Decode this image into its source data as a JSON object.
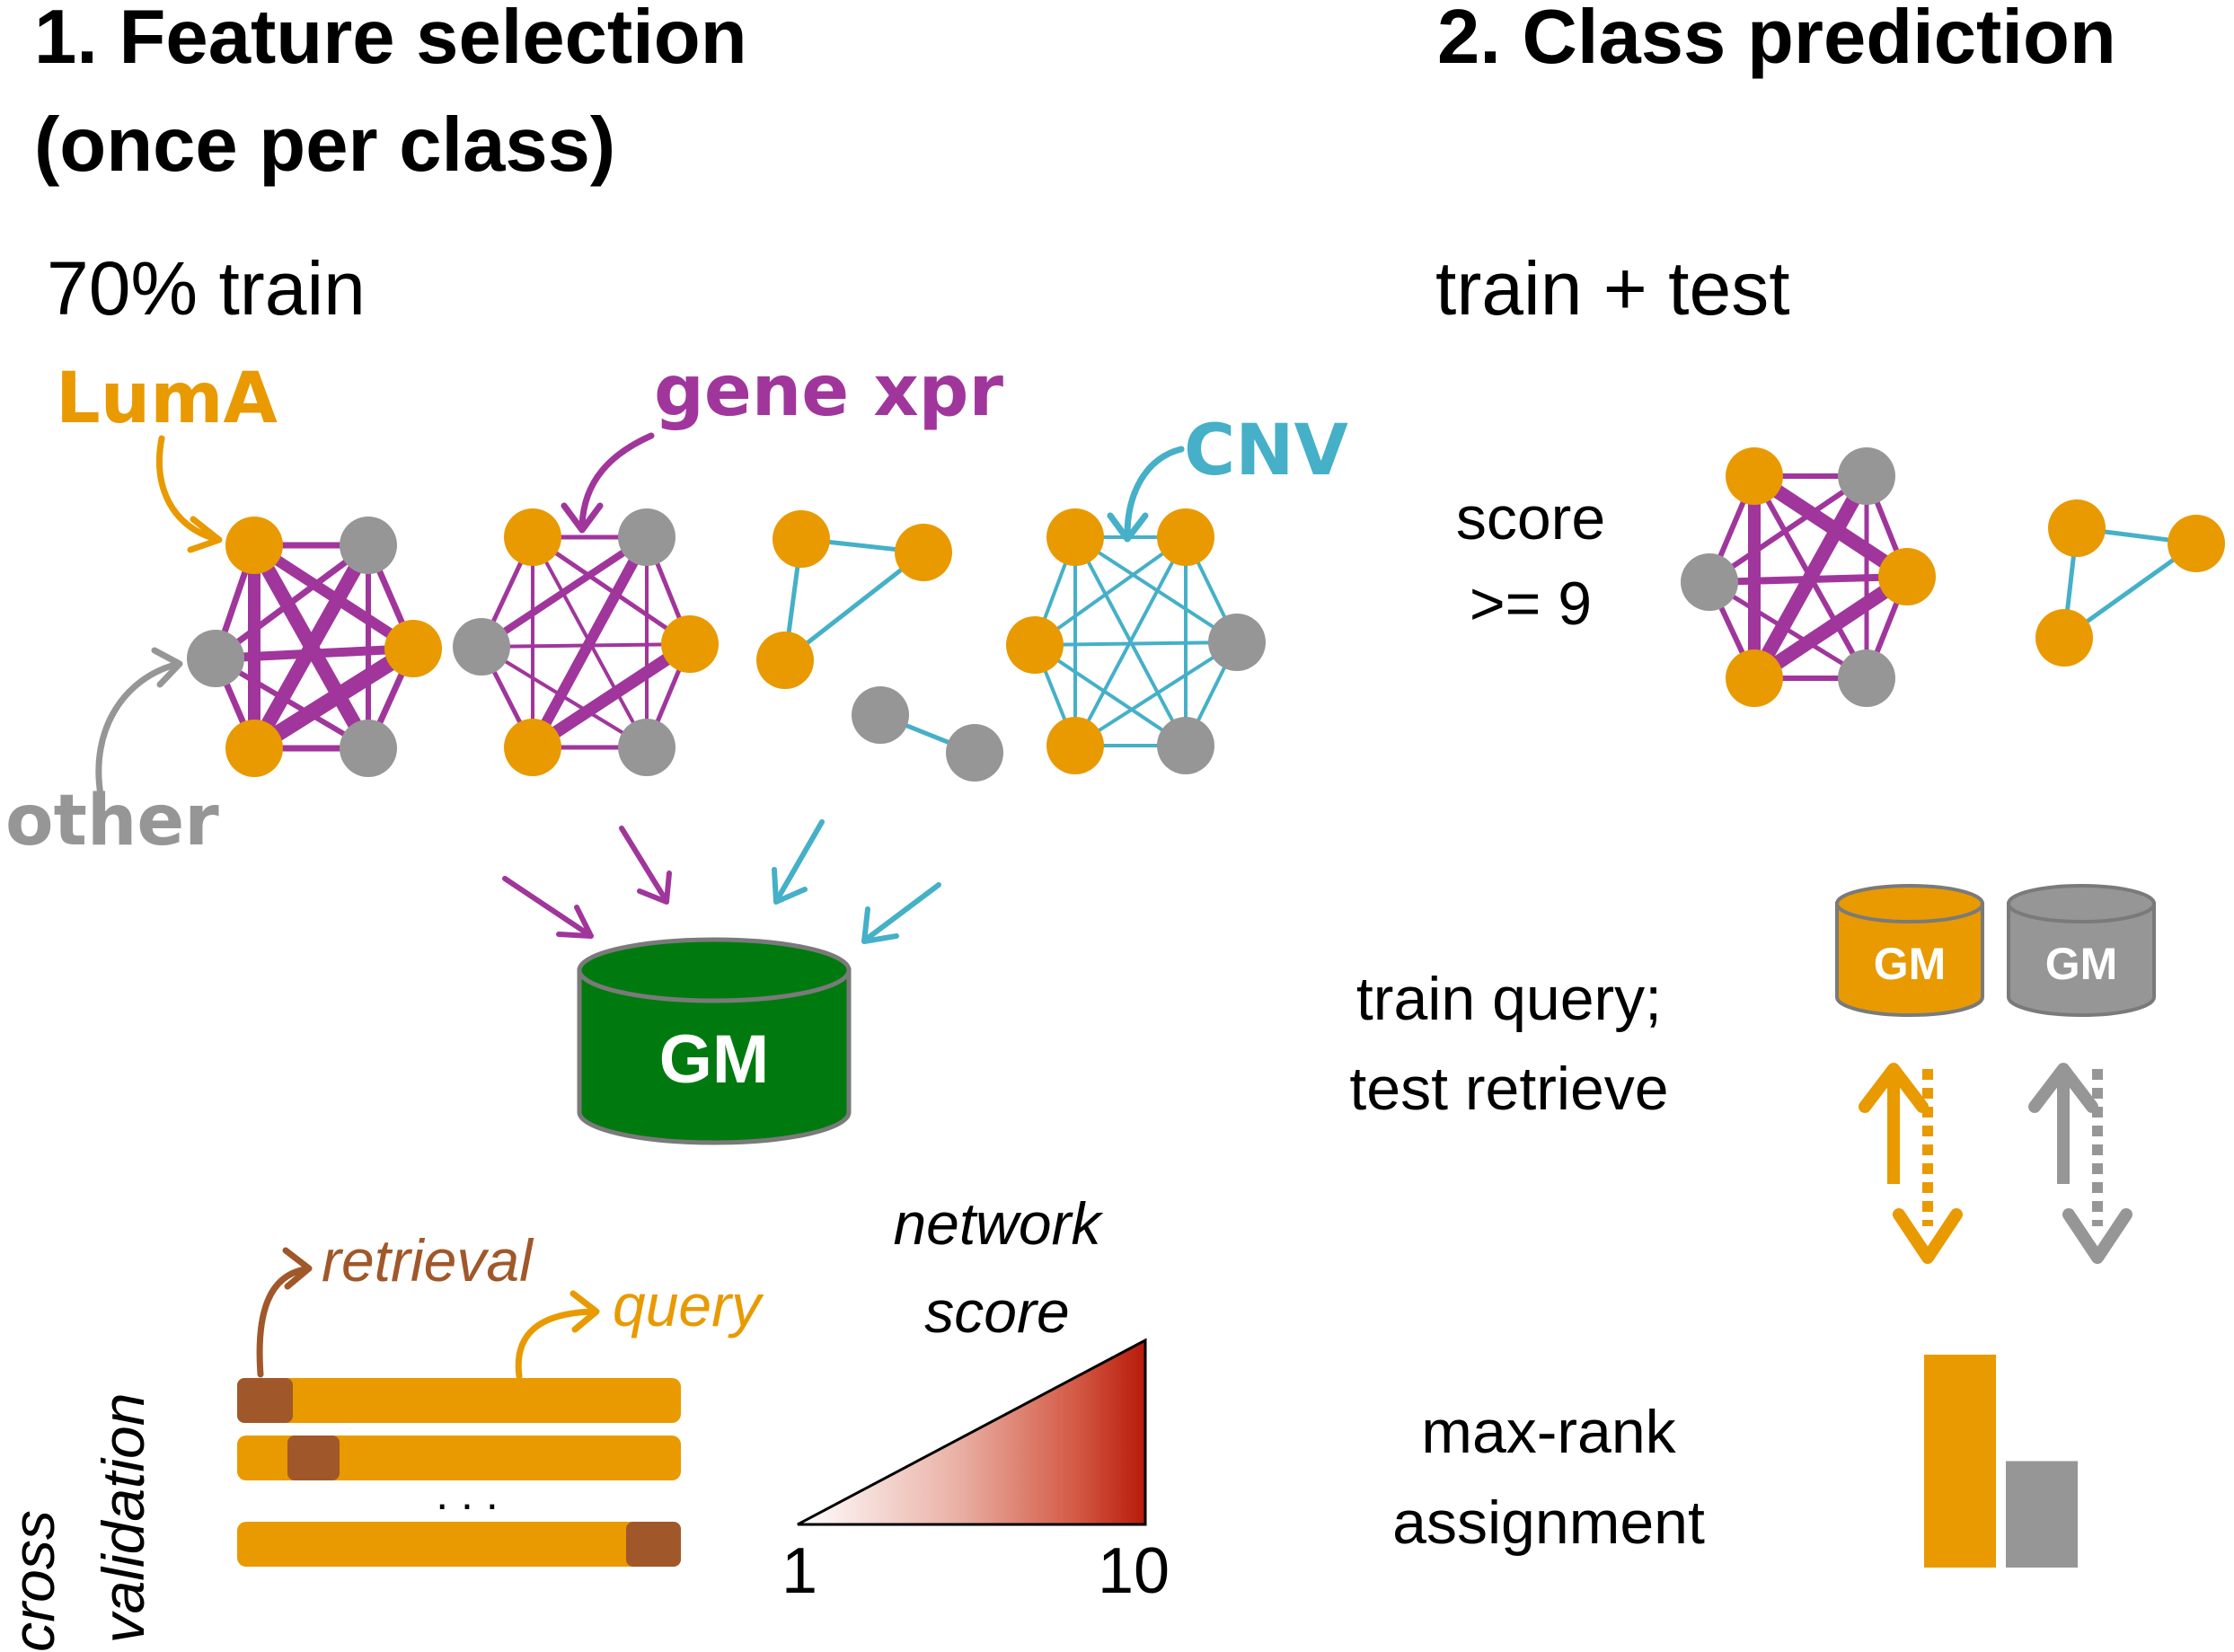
{
  "colors": {
    "orange": "#E89A00",
    "gray": "#969696",
    "purple": "#A0369C",
    "cyan": "#45B0C8",
    "green": "#007A0F",
    "brown": "#A0582A",
    "red": "#C0200A"
  },
  "left": {
    "title_line1": "1. Feature selection",
    "title_line2": "(once per class)",
    "subtitle": "70% train",
    "label_luma": "LumA",
    "label_gene_xpr": "gene xpr",
    "label_cnv": "CNV",
    "label_other": "other",
    "database_label": "GM"
  },
  "right": {
    "title": "2. Class prediction",
    "subtitle": "train + test",
    "score_line1": "score",
    "score_line2": ">= 9",
    "query_line1": "train query;",
    "query_line2": "test retrieve",
    "db_orange_label": "GM",
    "db_gray_label": "GM",
    "assign_line1": "max-rank",
    "assign_line2": "assignment",
    "bar_values": {
      "orange": 1.0,
      "gray": 0.5
    }
  },
  "cross_validation": {
    "side_line1": "cross",
    "side_line2": "validation",
    "retrieval_label": "retrieval",
    "query_label": "query",
    "ellipsis": ". . ."
  },
  "score_scale": {
    "title_line1": "network",
    "title_line2": "score",
    "min_label": "1",
    "max_label": "10"
  }
}
